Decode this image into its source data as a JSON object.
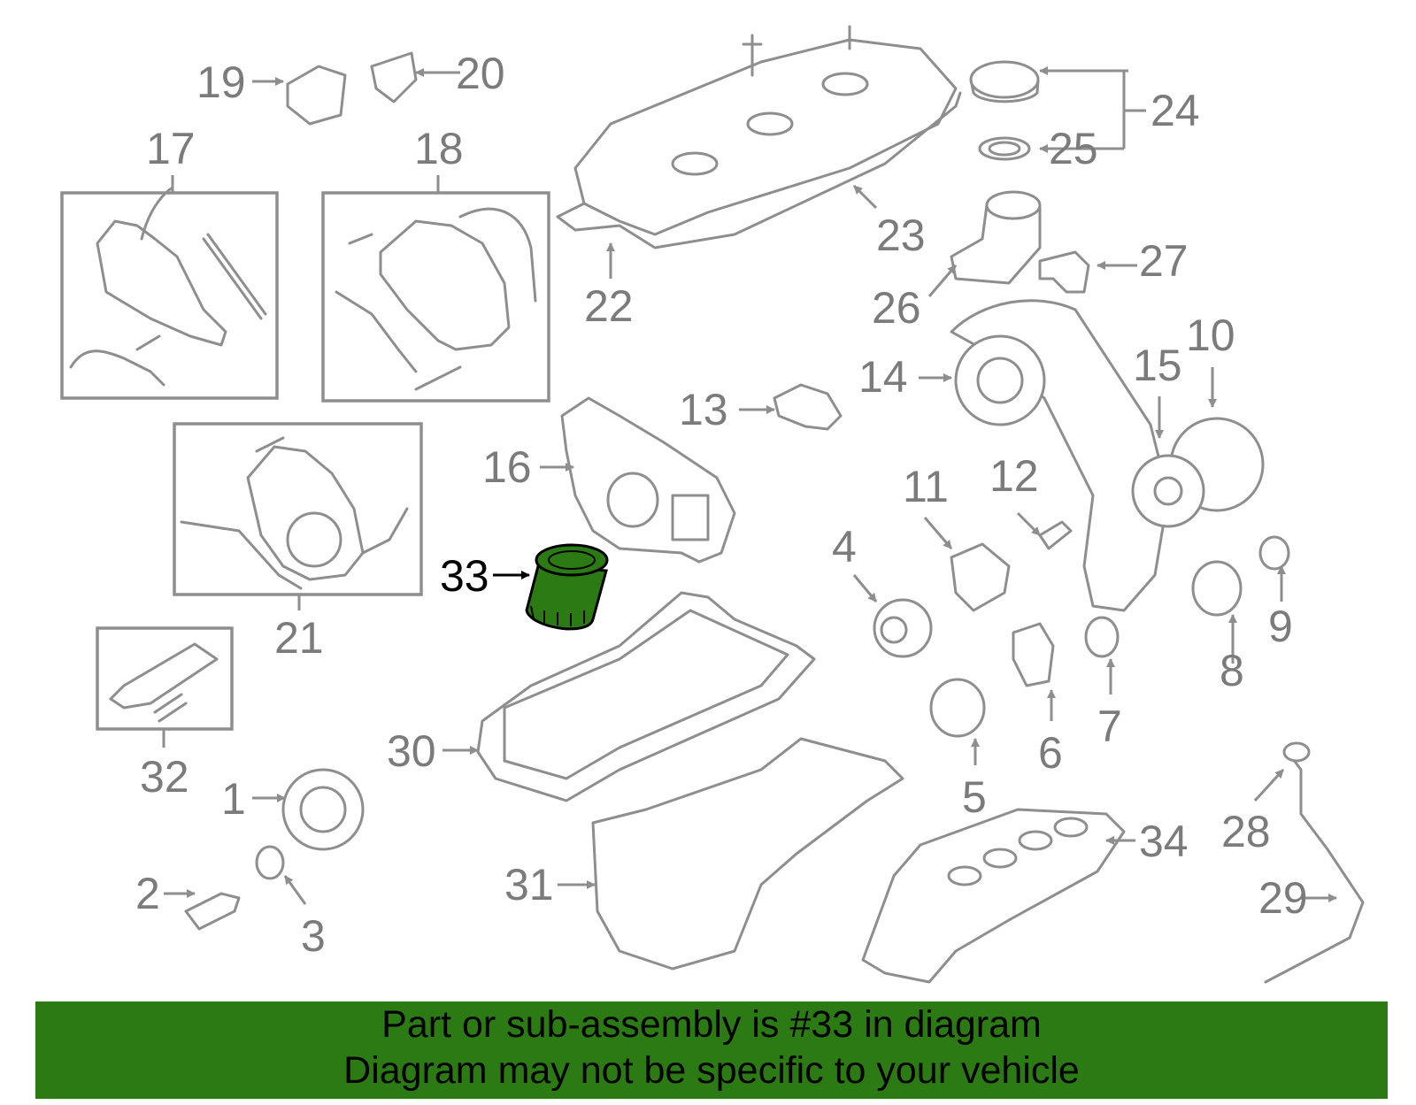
{
  "diagram": {
    "labels": [
      "1",
      "2",
      "3",
      "4",
      "5",
      "6",
      "7",
      "8",
      "9",
      "10",
      "11",
      "12",
      "13",
      "14",
      "15",
      "16",
      "17",
      "18",
      "19",
      "20",
      "21",
      "22",
      "23",
      "24",
      "25",
      "26",
      "27",
      "28",
      "29",
      "30",
      "31",
      "32",
      "33",
      "34"
    ],
    "highlighted_part": "33",
    "colors": {
      "parts": "#8e8e8e",
      "labels": "#7b7b7b",
      "highlight": "#2b7a14",
      "highlight_label": "#000000"
    }
  },
  "banner": {
    "line1": "Part or sub-assembly is #33 in diagram",
    "line2": "Diagram may not be specific to your vehicle",
    "background": "#2b7a14"
  }
}
